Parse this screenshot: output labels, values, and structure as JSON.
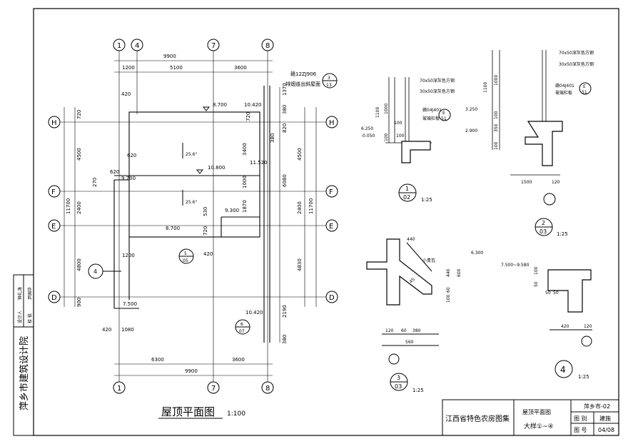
{
  "institute": "萍乡市建筑设计院",
  "signatures": [
    "设计人",
    "校 核",
    "钟礼涛",
    "尹国华"
  ],
  "axes": {
    "a1": "1",
    "a4": "4",
    "a7": "7",
    "a8": "8",
    "H": "H",
    "F": "F",
    "E": "E",
    "D": "D"
  },
  "dims": {
    "top_total": "9900",
    "top_1200": "1200",
    "top_5100": "5100",
    "top_3600": "3600",
    "bot_6300": "6300",
    "bot_3600": "3600",
    "bot_total": "9900",
    "left_11700": "11700",
    "left_720": "720",
    "left_4500": "4500",
    "left_2400": "2400",
    "left_4800": "4800",
    "left_900": "900",
    "left_270": "270",
    "right_11700": "11700",
    "right_4500": "4500",
    "right_2400": "2400",
    "right_4830": "4830",
    "r_1370": "1370",
    "r_380a": "380",
    "r_820": "820",
    "r_380b": "380",
    "r_6080": "6080",
    "r_2190": "2190",
    "r_380c": "380",
    "in_420": "420",
    "in_620": "620",
    "in_620b": "620",
    "in_720": "720",
    "in_3400": "3400",
    "in_1000": "1000",
    "in_1870": "1870",
    "in_530": "530",
    "in_720b": "720",
    "in_420b": "420",
    "in_1200": "1200",
    "in_420c": "420",
    "in_1080": "1080"
  },
  "elevations": {
    "e8700": "8.700",
    "e10420": "10.420",
    "e10800": "10.800",
    "e11520": "11.520",
    "e9700": "9.700",
    "e9300": "9.300",
    "e8700b": "8.700",
    "e7500": "7.500",
    "e10420b": "10.420"
  },
  "slopes": {
    "s1": "25.6°",
    "s2": "25.6°"
  },
  "notes": {
    "ref_top": "赣12ZJ906",
    "ref_top2": "排烟道出斜屋面",
    "callout_3_num": "3",
    "callout_3_den": "13",
    "callout_5_num": "5",
    "callout_5_den": "05",
    "callout_6_num": "6",
    "callout_6_den": "07",
    "callout_4": "4"
  },
  "plan_title": "屋顶平面图",
  "plan_scale": "1:100",
  "detail1": {
    "tube1": "70x50深灰色方钢",
    "tube2": "30x50深灰色方钢",
    "std": "赣04J401",
    "rail": "玻璃栏板",
    "ref_num": "E",
    "ref_den": "51",
    "d1100": "1100",
    "d1000": "1000",
    "d100": "100",
    "d100b": "100",
    "d100c": "100",
    "el1": "6.250",
    "el2": "-0.050",
    "num": "1",
    "den": "02",
    "scale": "1:25"
  },
  "detail2": {
    "tube1": "70x50深灰色方钢",
    "tube2": "30x50深灰色方钢",
    "std": "赣04J401",
    "rail": "玻璃栏板",
    "ref_num": "E",
    "ref_den": "51",
    "d1100": "1100",
    "d1000": "1000",
    "d100": "100",
    "d350": "350",
    "d100b": "100",
    "el1": "3.250",
    "el2": "2.900",
    "w1500": "1500",
    "w120": "120",
    "num": "2",
    "den": "03",
    "scale": "1:25"
  },
  "detail3": {
    "d440": "440",
    "note": "小青瓦",
    "slope": "45",
    "el": "6.300",
    "d440b": "440",
    "d600": "600",
    "d60": "60",
    "d100": "100",
    "w120": "120",
    "w60": "60",
    "w380": "380",
    "w560": "560",
    "num": "3",
    "den": "03",
    "scale": "1:25"
  },
  "detail4": {
    "el": "7.500~9.580",
    "d100": "100",
    "d50": "50",
    "d50b": "50",
    "d50c": "50",
    "w420": "420",
    "w120": "120",
    "num": "4",
    "scale": "1:25"
  },
  "titleblock": {
    "atlas": "江西省特色农房图集",
    "sheet_title": "屋顶平面图",
    "sheet_sub": "大样①~④",
    "project": "萍乡市-02",
    "k1": "图 别",
    "v1": "建施",
    "k2": "图 号",
    "v2": "04/08"
  }
}
